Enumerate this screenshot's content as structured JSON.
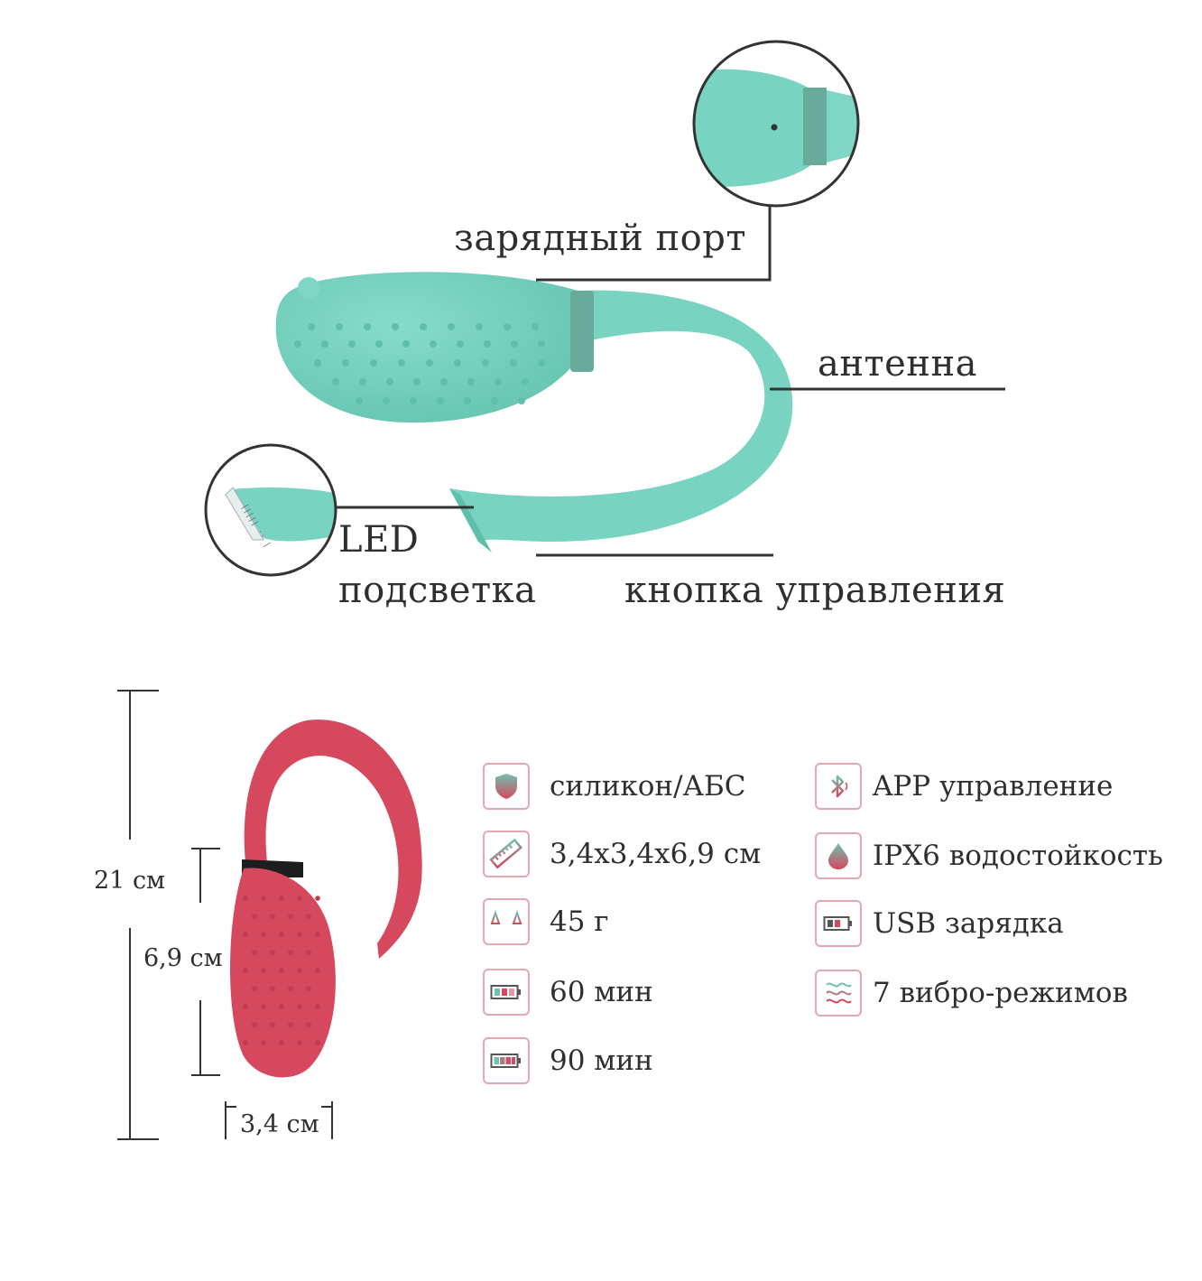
{
  "callouts": {
    "charging_port": "зарядный порт",
    "antenna": "антенна",
    "led_line1": "LED",
    "led_line2": "подсветка",
    "control_button": "кнопка управления"
  },
  "dimensions": {
    "total_length": "21 см",
    "body_length": "6,9 см",
    "width": "3,4 см"
  },
  "specs_left": [
    {
      "icon": "shield-icon",
      "text": "силикон/АБС"
    },
    {
      "icon": "ruler-icon",
      "text": "3,4x3,4x6,9 см"
    },
    {
      "icon": "scales-icon",
      "text": "45 г"
    },
    {
      "icon": "battery-half-icon",
      "text": "60 мин"
    },
    {
      "icon": "battery-full-icon",
      "text": "90 мин"
    }
  ],
  "specs_right": [
    {
      "icon": "bluetooth-icon",
      "text": "APP управление"
    },
    {
      "icon": "water-drop-icon",
      "text": "IPX6 водостойкость"
    },
    {
      "icon": "usb-battery-icon",
      "text": "USB зарядка"
    },
    {
      "icon": "waves-icon",
      "text": "7 вибро-режимов"
    }
  ],
  "colors": {
    "product_teal": "#78d3c0",
    "product_teal_dark": "#5fbfab",
    "product_red": "#d5485e",
    "icon_border": "#e3a8b2",
    "icon_gradient_top": "#6ec3b0",
    "icon_gradient_bottom": "#d5485e",
    "text": "#2f2f2f"
  }
}
